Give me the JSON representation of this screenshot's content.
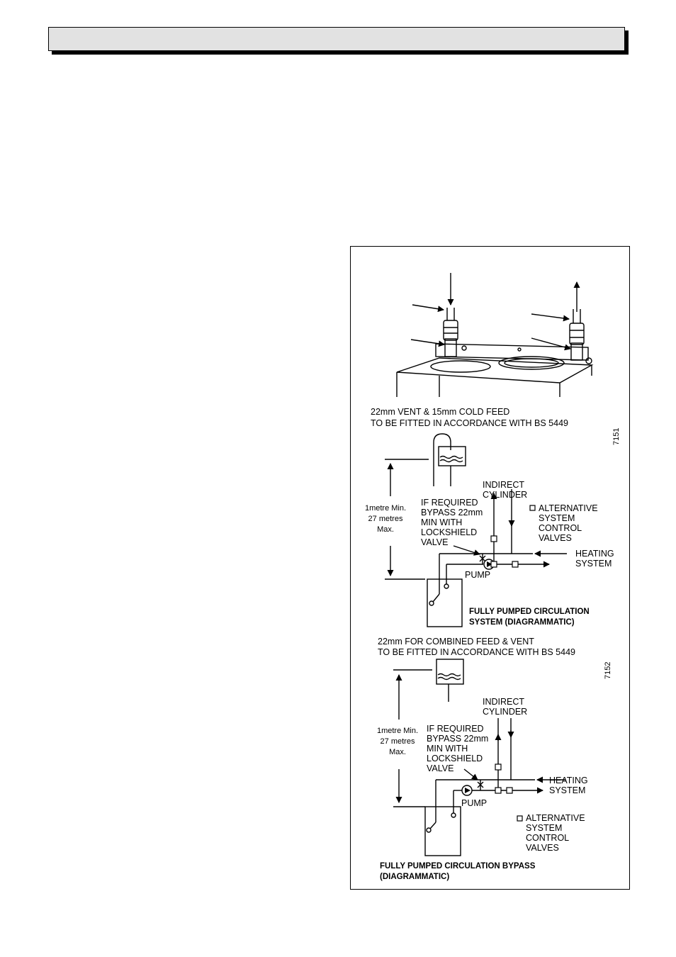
{
  "figure1": {
    "caption_line1": "22mm VENT & 15mm COLD FEED",
    "caption_line2": "TO BE FITTED IN ACCORDANCE WITH BS 5449",
    "ref_number": "7151",
    "height_line1": "1metre Min.",
    "height_line2": "27 metres",
    "height_line3": "Max.",
    "cylinder_line1": "INDIRECT",
    "cylinder_line2": "CYLINDER",
    "bypass_line1": "IF REQUIRED",
    "bypass_line2": "BYPASS 22mm",
    "bypass_line3": "MIN WITH",
    "bypass_line4": "LOCKSHIELD",
    "bypass_line5": "VALVE",
    "alt_line1": "ALTERNATIVE",
    "alt_line2": "SYSTEM",
    "alt_line3": "CONTROL",
    "alt_line4": "VALVES",
    "heating_line1": "HEATING",
    "heating_line2": "SYSTEM",
    "pump_label": "PUMP",
    "title_line1": "FULLY PUMPED CIRCULATION",
    "title_line2": "SYSTEM (DIAGRAMMATIC)"
  },
  "figure2": {
    "caption_line1": "22mm FOR COMBINED FEED & VENT",
    "caption_line2": "TO BE FITTED IN ACCORDANCE WITH BS 5449",
    "ref_number": "7152",
    "height_line1": "1metre Min.",
    "height_line2": "27 metres",
    "height_line3": "Max.",
    "cylinder_line1": "INDIRECT",
    "cylinder_line2": "CYLINDER",
    "bypass_line1": "IF REQUIRED",
    "bypass_line2": "BYPASS 22mm",
    "bypass_line3": "MIN WITH",
    "bypass_line4": "LOCKSHIELD",
    "bypass_line5": "VALVE",
    "alt_line1": "ALTERNATIVE",
    "alt_line2": "SYSTEM",
    "alt_line3": "CONTROL",
    "alt_line4": "VALVES",
    "heating_line1": "HEATING",
    "heating_line2": "SYSTEM",
    "pump_label": "PUMP",
    "title_line1": "FULLY PUMPED CIRCULATION BYPASS",
    "title_line2": "(DIAGRAMMATIC)"
  }
}
